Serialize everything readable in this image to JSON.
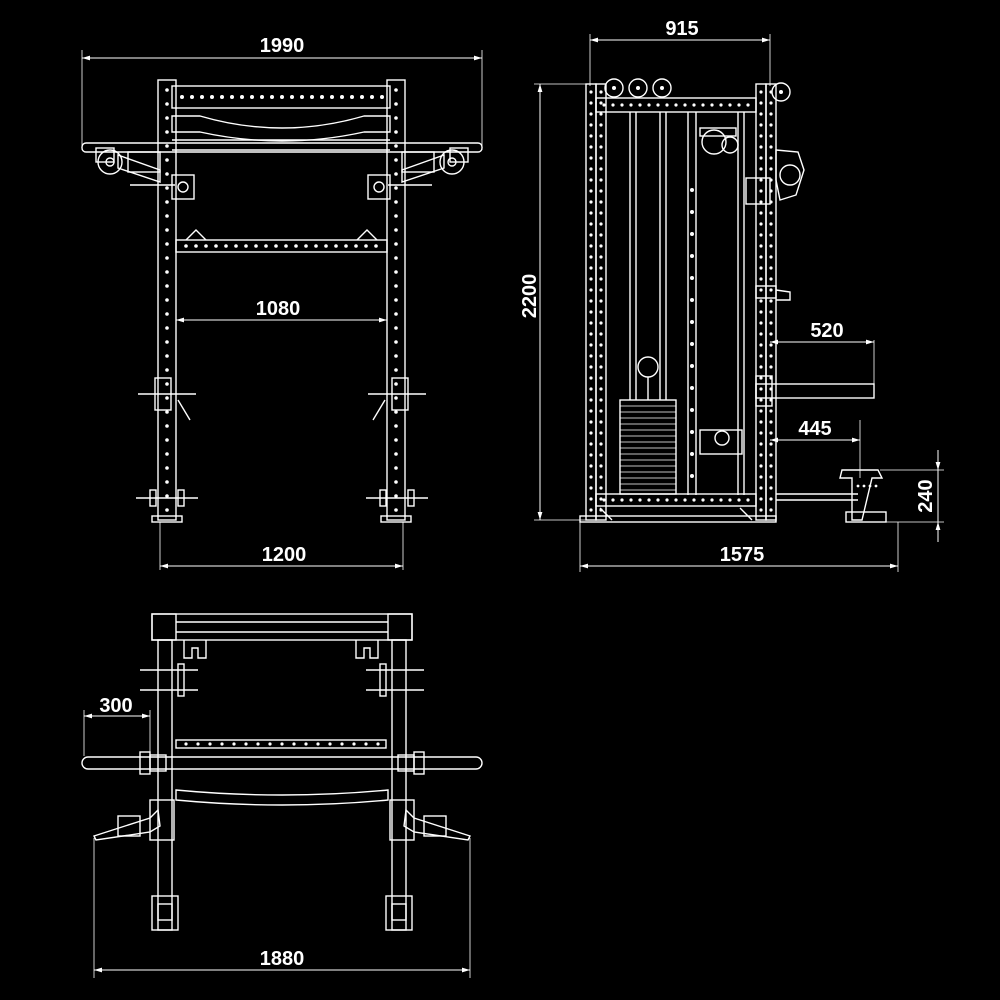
{
  "dimensions": {
    "front_width": "1990",
    "front_inner": "1080",
    "front_base": "1200",
    "side_top": "915",
    "side_height": "2200",
    "side_arm": "520",
    "side_arm_lower": "445",
    "side_bench": "240",
    "side_depth": "1575",
    "top_bar": "300",
    "top_width": "1880"
  },
  "colors": {
    "background": "#000000",
    "lines": "#ffffff"
  }
}
